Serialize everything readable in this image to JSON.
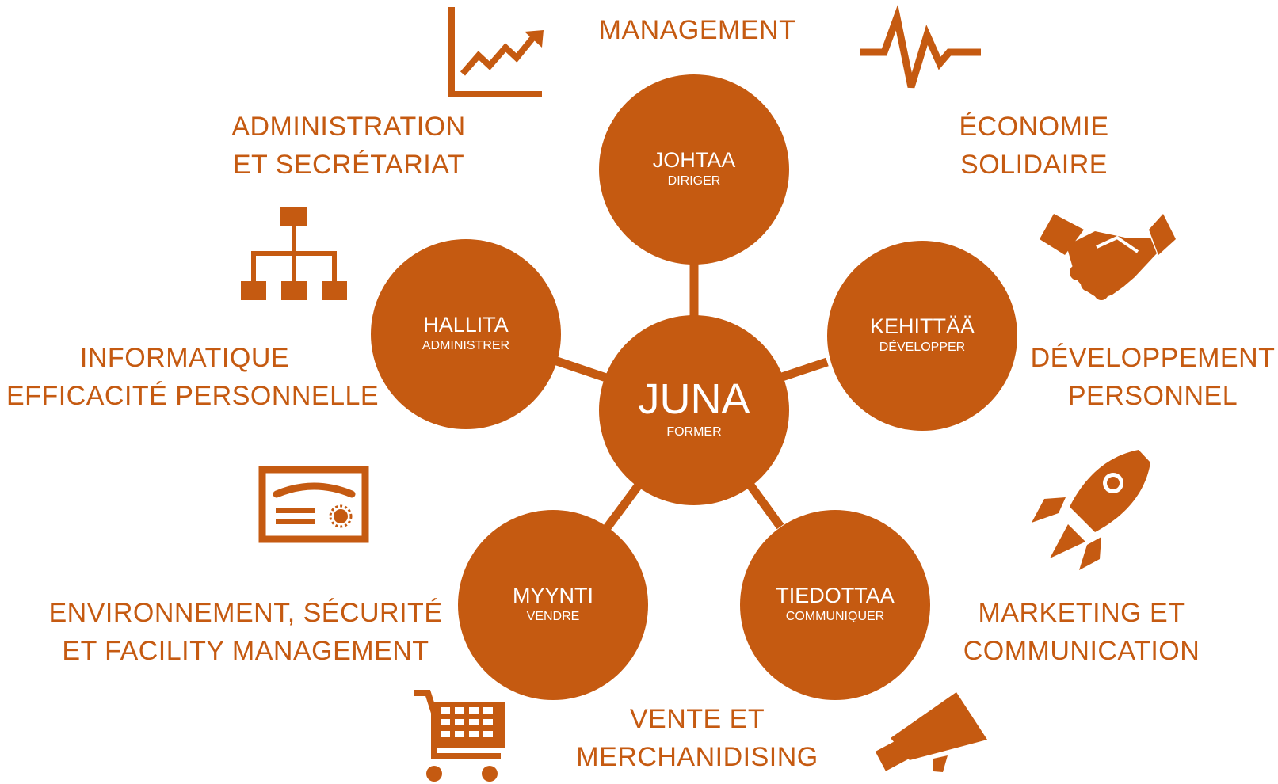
{
  "colors": {
    "accent": "#C55A11",
    "node_text": "#FFFFFF",
    "background": "#FFFFFF"
  },
  "center": {
    "title": "JUNA",
    "subtitle": "FORMER"
  },
  "nodes": [
    {
      "title": "JOHTAA",
      "subtitle": "DIRIGER"
    },
    {
      "title": "KEHITTÄÄ",
      "subtitle": "DÉVELOPPER"
    },
    {
      "title": "TIEDOTTAA",
      "subtitle": "COMMUNIQUER"
    },
    {
      "title": "MYYNTI",
      "subtitle": "VENDRE"
    },
    {
      "title": "HALLITA",
      "subtitle": "ADMINISTRER"
    }
  ],
  "labels": {
    "management": [
      "MANAGEMENT"
    ],
    "economie": [
      "ÉCONOMIE",
      "SOLIDAIRE"
    ],
    "developpement": [
      "DÉVELOPPEMENT",
      "PERSONNEL"
    ],
    "marketing": [
      "MARKETING ET",
      "COMMUNICATION"
    ],
    "vente": [
      "VENTE ET",
      "MERCHANIDISING"
    ],
    "environnement": [
      "ENVIRONNEMENT, SÉCURITÉ",
      "ET FACILITY MANAGEMENT"
    ],
    "informatique": [
      "INFORMATIQUE",
      "EFFICACITÉ PERSONNELLE"
    ],
    "administration": [
      "ADMINISTRATION",
      "ET SECRÉTARIAT"
    ]
  },
  "icons": [
    "chart-icon",
    "pulse-icon",
    "handshake-icon",
    "rocket-icon",
    "megaphone-icon",
    "cart-icon",
    "certificate-icon",
    "org-chart-icon"
  ]
}
